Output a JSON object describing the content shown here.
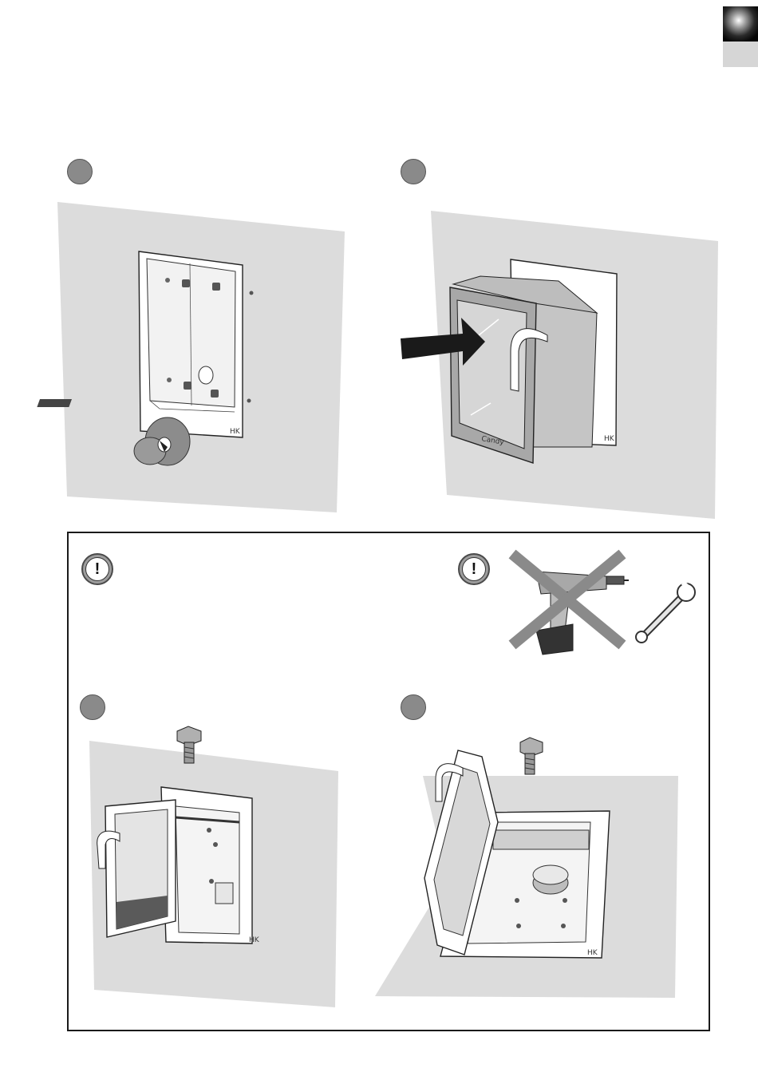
{
  "header_tab": {
    "color_dark": "#0a0a0a",
    "color_light": "#d6d6d6"
  },
  "steps": [
    {
      "id": "step-1",
      "icon": "step-dot"
    },
    {
      "id": "step-2",
      "icon": "step-dot"
    },
    {
      "id": "step-3",
      "icon": "step-dot"
    },
    {
      "id": "step-4",
      "icon": "step-dot"
    }
  ],
  "warnings": {
    "first": {
      "glyph": "!",
      "icon": "exclamation-warning-icon"
    },
    "second": {
      "glyph": "!",
      "icon": "exclamation-warning-icon"
    }
  },
  "illustration_text": {
    "brand_front": "Candy",
    "corner_mark": "HK"
  },
  "tools": {
    "forbidden": "cordless-drill-icon",
    "allowed": "wrench-icon"
  },
  "colors": {
    "wall_shade": "#dcdcdc",
    "appliance_gray": "#a8a8a8",
    "arrow": "#1a1a1a"
  }
}
